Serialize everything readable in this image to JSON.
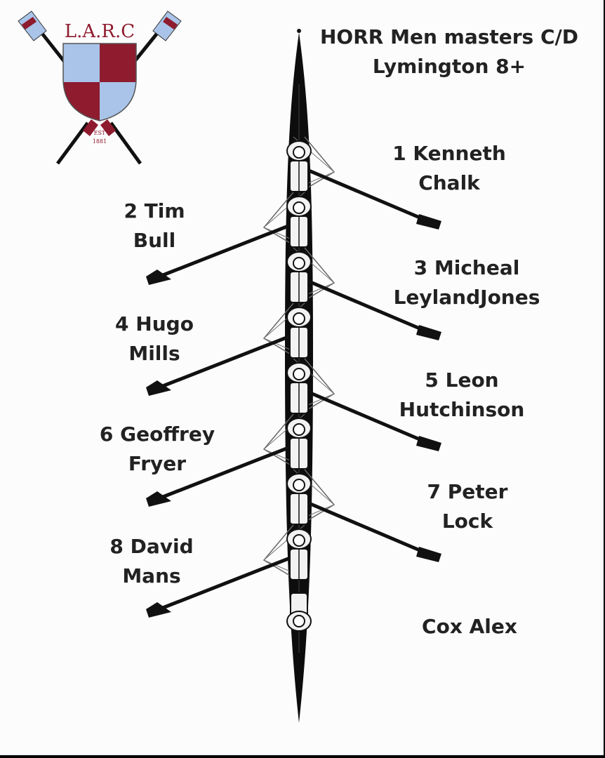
{
  "logo": {
    "text": "L.A.R.C",
    "est": "EST",
    "year": "1881",
    "colors": {
      "maroon": "#8e1b2e",
      "lightBlue": "#a9c4e8"
    }
  },
  "title": {
    "line1": "HORR Men masters C/D",
    "line2": "Lymington 8+"
  },
  "crew": [
    {
      "seat": "1",
      "line1": "1 Kenneth",
      "line2": "Chalk",
      "side": "right"
    },
    {
      "seat": "2",
      "line1": "2 Tim",
      "line2": "Bull",
      "side": "left"
    },
    {
      "seat": "3",
      "line1": "3 Micheal",
      "line2": "LeylandJones",
      "side": "right"
    },
    {
      "seat": "4",
      "line1": "4 Hugo",
      "line2": "Mills",
      "side": "left"
    },
    {
      "seat": "5",
      "line1": "5 Leon",
      "line2": "Hutchinson",
      "side": "right"
    },
    {
      "seat": "6",
      "line1": "6 Geoffrey",
      "line2": "Fryer",
      "side": "left"
    },
    {
      "seat": "7",
      "line1": "7 Peter",
      "line2": "Lock",
      "side": "right"
    },
    {
      "seat": "8",
      "line1": "8 David",
      "line2": "Mans",
      "side": "left"
    }
  ],
  "cox": {
    "label": "Cox Alex"
  }
}
